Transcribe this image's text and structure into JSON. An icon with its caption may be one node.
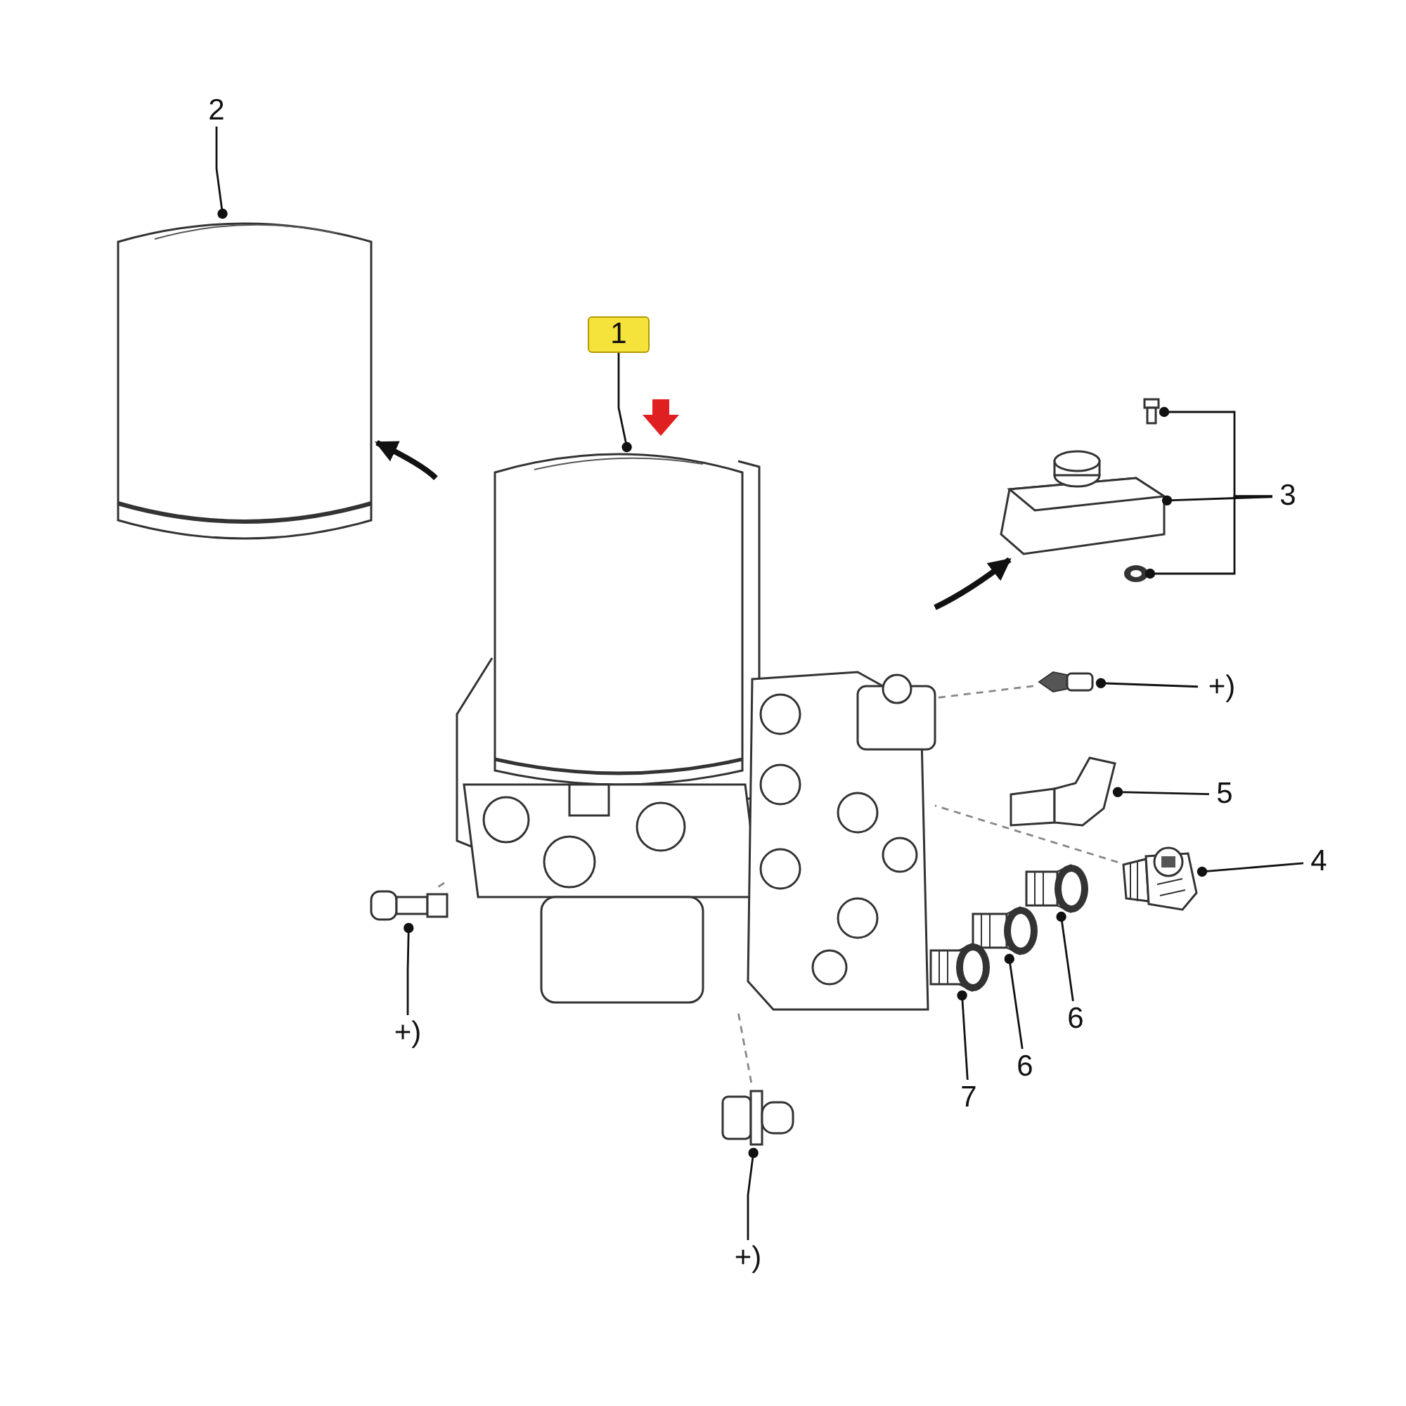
{
  "diagram": {
    "nodes": [
      {
        "text": [
          "2"
        ]
      },
      {
        "text": [],
        "shape": "picture"
      },
      {
        "text": [
          "1"
        ]
      },
      {
        "text": [],
        "shape": "picture"
      },
      {
        "text": [
          "3"
        ]
      },
      {
        "text": [],
        "shape": "picture"
      },
      {
        "text": [],
        "shape": "picture"
      },
      {
        "text": [],
        "shape": "picture"
      },
      {
        "text": [
          "+)"
        ]
      },
      {
        "text": [],
        "shape": "picture"
      },
      {
        "text": [
          "5"
        ]
      },
      {
        "text": [],
        "shape": "picture"
      },
      {
        "text": [
          "4"
        ]
      },
      {
        "text": [],
        "shape": "picture"
      },
      {
        "text": [
          "6"
        ]
      },
      {
        "text": [],
        "shape": "picture"
      },
      {
        "text": [
          "6"
        ]
      },
      {
        "text": [],
        "shape": "picture"
      },
      {
        "text": [
          "7"
        ]
      },
      {
        "text": [],
        "shape": "picture"
      },
      {
        "text": [
          "+)"
        ]
      },
      {
        "text": [],
        "shape": "picture"
      },
      {
        "text": [
          "+)"
        ]
      },
      {
        "text": [],
        "shape": "picture"
      }
    ],
    "edges": [
      {
        "from": 0,
        "to": 1,
        "arrow": "other"
      },
      {
        "from": 2,
        "to": 3,
        "arrow": "other"
      },
      {
        "from": 3,
        "to": 1,
        "arrow": "to",
        "style": "thick"
      },
      {
        "from": 3,
        "to": 6,
        "arrow": "to",
        "style": "thick"
      },
      {
        "from": 4,
        "to": 5,
        "arrow": "other"
      },
      {
        "from": 4,
        "to": 6,
        "arrow": "other"
      },
      {
        "from": 4,
        "to": 7,
        "arrow": "other"
      },
      {
        "from": 8,
        "to": 9,
        "arrow": "other"
      },
      {
        "from": 10,
        "to": 11,
        "arrow": "other"
      },
      {
        "from": 12,
        "to": 13,
        "arrow": "other"
      },
      {
        "from": 14,
        "to": 15,
        "arrow": "other"
      },
      {
        "from": 16,
        "to": 17,
        "arrow": "other"
      },
      {
        "from": 18,
        "to": 19,
        "arrow": "other"
      },
      {
        "from": 20,
        "to": 21,
        "arrow": "other"
      },
      {
        "from": 22,
        "to": 23,
        "arrow": "other"
      },
      {
        "from": 21,
        "to": 3,
        "arrow": "none",
        "style": "dashed",
        "color": "#888888"
      },
      {
        "from": 23,
        "to": 3,
        "arrow": "none",
        "style": "dashed",
        "color": "#888888"
      },
      {
        "from": 9,
        "to": 3,
        "arrow": "none",
        "style": "dashed",
        "color": "#888888"
      },
      {
        "from": 13,
        "to": 3,
        "arrow": "none",
        "style": "dashed",
        "color": "#888888"
      }
    ]
  }
}
